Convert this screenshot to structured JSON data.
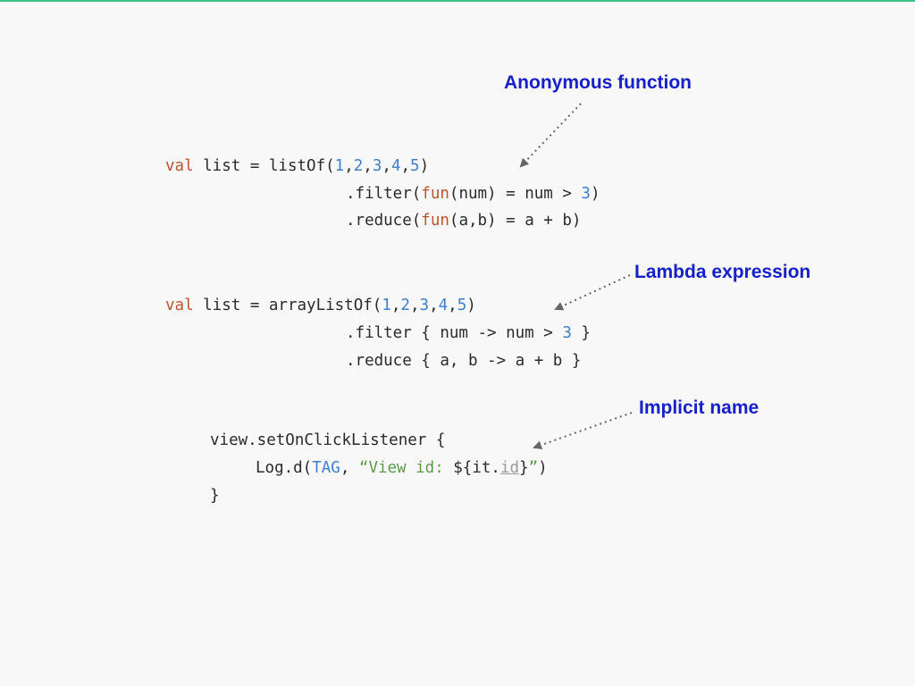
{
  "annotations": {
    "anonymous_function": "Anonymous function",
    "lambda_expression": "Lambda expression",
    "implicit_name": "Implicit name"
  },
  "code": {
    "block1": {
      "line1": [
        {
          "t": "val",
          "c": "kw"
        },
        {
          "t": " list = listOf("
        },
        {
          "t": "1",
          "c": "num"
        },
        {
          "t": ","
        },
        {
          "t": "2",
          "c": "num"
        },
        {
          "t": ","
        },
        {
          "t": "3",
          "c": "num"
        },
        {
          "t": ","
        },
        {
          "t": "4",
          "c": "num"
        },
        {
          "t": ","
        },
        {
          "t": "5",
          "c": "num"
        },
        {
          "t": ")"
        }
      ],
      "line2": [
        {
          "t": ".filter("
        },
        {
          "t": "fun",
          "c": "kw"
        },
        {
          "t": "(num) = num > "
        },
        {
          "t": "3",
          "c": "num"
        },
        {
          "t": ")"
        }
      ],
      "line3": [
        {
          "t": ".reduce("
        },
        {
          "t": "fun",
          "c": "kw"
        },
        {
          "t": "(a,b) = a + b)"
        }
      ]
    },
    "block2": {
      "line1": [
        {
          "t": "val",
          "c": "kw"
        },
        {
          "t": " list = arrayListOf("
        },
        {
          "t": "1",
          "c": "num"
        },
        {
          "t": ","
        },
        {
          "t": "2",
          "c": "num"
        },
        {
          "t": ","
        },
        {
          "t": "3",
          "c": "num"
        },
        {
          "t": ","
        },
        {
          "t": "4",
          "c": "num"
        },
        {
          "t": ","
        },
        {
          "t": "5",
          "c": "num"
        },
        {
          "t": ")"
        }
      ],
      "line2": [
        {
          "t": ".filter { num -> num > "
        },
        {
          "t": "3",
          "c": "num"
        },
        {
          "t": " }"
        }
      ],
      "line3": [
        {
          "t": ".reduce { a, b -> a + b }"
        }
      ]
    },
    "block3": {
      "line1": [
        {
          "t": "view.setOnClickListener {"
        }
      ],
      "line2": [
        {
          "t": "Log.d("
        },
        {
          "t": "TAG",
          "c": "num"
        },
        {
          "t": ", "
        },
        {
          "t": "“View id: ",
          "c": "str"
        },
        {
          "t": "${it."
        },
        {
          "t": "id",
          "c": "dim"
        },
        {
          "t": "}"
        },
        {
          "t": "”",
          "c": "str"
        },
        {
          "t": ")"
        }
      ],
      "line3": [
        {
          "t": "}"
        }
      ]
    }
  },
  "colors": {
    "accent_rule": "#3fbf83",
    "annotation": "#1620c8",
    "keyword": "#c0522e",
    "number": "#3f7fd0",
    "string": "#5b9b4a",
    "arrow": "#666666"
  }
}
